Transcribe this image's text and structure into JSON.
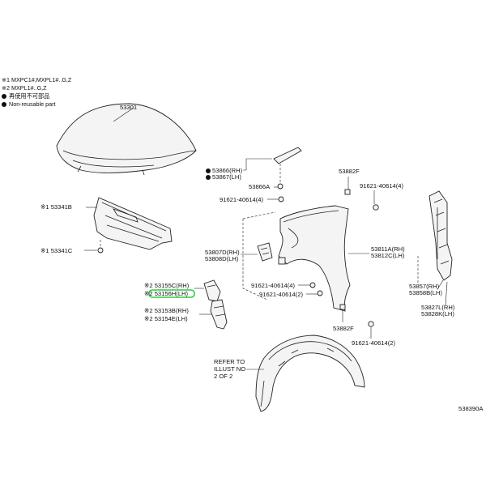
{
  "legend": {
    "note1": "※1 MXPC1#,MXPL1#..G,Z",
    "note2": "※2 MXPL1#..G,Z",
    "note3": "再使用不可部品",
    "note4": "Non-reusable part"
  },
  "parts": {
    "p53301": "53301",
    "p53341B": "※1 53341B",
    "p53341C": "※1 53341C",
    "p53866": "53866(RH)",
    "p53867": "53867(LH)",
    "p53866A": "53866A",
    "bolt1": "91621-40614(4)",
    "p53882F_top": "53882F",
    "bolt2": "91621-40614(4)",
    "p53807D": "53807D(RH)",
    "p53808D": "53808D(LH)",
    "p53811A": "53811A(RH)",
    "p53812C": "53812C(LH)",
    "p53155C": "※2 53155C(RH)",
    "p53156H": "※2 53156H(LH)",
    "bolt3": "91621-40614(4)",
    "bolt4": "91621-40614(2)",
    "p53857": "53857(RH)",
    "p53858B": "53858B(LH)",
    "p53153B": "※2 53153B(RH)",
    "p53154E": "※2 53154E(LH)",
    "p53827L": "53827L(RH)",
    "p53828K": "53828K(LH)",
    "p53882F_bot": "53882F",
    "bolt5": "91621-40614(2)",
    "refer1": "REFER TO",
    "refer2": "ILLUST NO",
    "refer3": "2 OF 2",
    "diagram_code": "538390A"
  },
  "colors": {
    "highlight": "#2ecc40"
  }
}
